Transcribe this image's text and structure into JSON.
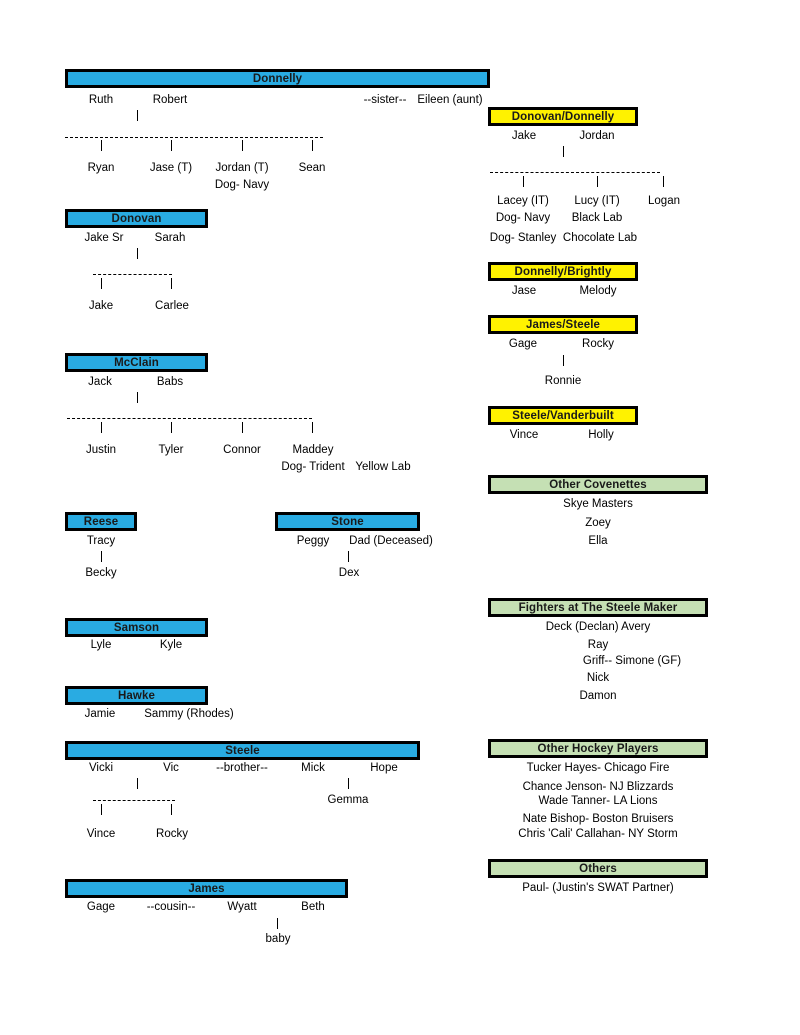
{
  "document": {
    "title": "Family Tree / Character Relationship Chart",
    "colors": {
      "blue_header": "#29ABE2",
      "yellow_header": "#FFF200",
      "green_header": "#C5E0B4",
      "border": "#000000",
      "background": "#FFFFFF"
    }
  },
  "left_column": {
    "donnelly": {
      "title": "Donnelly",
      "parents": [
        "Ruth",
        "Robert"
      ],
      "relation_note": "--sister--",
      "relative": "Eileen (aunt)",
      "children": [
        "Ryan",
        "Jase (T)",
        "Jordan (T)",
        "Sean"
      ],
      "child_note": "Dog- Navy"
    },
    "donovan": {
      "title": "Donovan",
      "parents": [
        "Jake Sr",
        "Sarah"
      ],
      "children": [
        "Jake",
        "Carlee"
      ]
    },
    "mcclain": {
      "title": "McClain",
      "parents": [
        "Jack",
        "Babs"
      ],
      "children": [
        "Justin",
        "Tyler",
        "Connor",
        "Maddey"
      ],
      "child_note": "Dog- Trident",
      "child_note2": "Yellow Lab"
    },
    "reese": {
      "title": "Reese",
      "parents": [
        "Tracy"
      ],
      "children": [
        "Becky"
      ]
    },
    "stone": {
      "title": "Stone",
      "parents": [
        "Peggy",
        "Dad (Deceased)"
      ],
      "children": [
        "Dex"
      ]
    },
    "samson": {
      "title": "Samson",
      "parents": [
        "Lyle",
        "Kyle"
      ]
    },
    "hawke": {
      "title": "Hawke",
      "parents": [
        "Jamie",
        "Sammy (Rhodes)"
      ]
    },
    "steele": {
      "title": "Steele",
      "parents": [
        "Vicki",
        "Vic",
        "Mick",
        "Hope"
      ],
      "relation_note": "--brother--",
      "children": [
        "Vince",
        "Rocky"
      ],
      "side_child": "Gemma"
    },
    "james": {
      "title": "James",
      "parents": [
        "Gage",
        "Wyatt",
        "Beth"
      ],
      "relation_note": "--cousin--",
      "children": [
        "baby"
      ]
    }
  },
  "right_column": {
    "donovan_donnelly": {
      "title": "Donovan/Donnelly",
      "parents": [
        "Jake",
        "Jordan"
      ],
      "children": [
        "Lacey (IT)",
        "Lucy (IT)",
        "Logan"
      ],
      "notes_row1": [
        "Dog- Navy",
        "Black Lab"
      ],
      "notes_row2": [
        "Dog- Stanley",
        "Chocolate Lab"
      ]
    },
    "donnelly_brightly": {
      "title": "Donnelly/Brightly",
      "parents": [
        "Jase",
        "Melody"
      ]
    },
    "james_steele": {
      "title": "James/Steele",
      "parents": [
        "Gage",
        "Rocky"
      ],
      "children": [
        "Ronnie"
      ]
    },
    "steele_vanderbuilt": {
      "title": "Steele/Vanderbuilt",
      "parents": [
        "Vince",
        "Holly"
      ]
    },
    "other_covenettes": {
      "title": "Other Covenettes",
      "members": [
        "Skye Masters",
        "Zoey",
        "Ella"
      ]
    },
    "fighters": {
      "title": "Fighters at The Steele Maker",
      "members": [
        "Deck (Declan) Avery",
        "Ray",
        "Griff-- Simone (GF)",
        "Nick",
        "Damon"
      ]
    },
    "hockey_players": {
      "title": "Other Hockey Players",
      "members": [
        "Tucker Hayes- Chicago Fire",
        "Chance Jenson- NJ Blizzards",
        "Wade Tanner- LA Lions",
        "Nate Bishop- Boston Bruisers",
        "Chris 'Cali' Callahan- NY Storm"
      ]
    },
    "others": {
      "title": "Others",
      "members": [
        "Paul- (Justin's SWAT Partner)"
      ]
    }
  }
}
